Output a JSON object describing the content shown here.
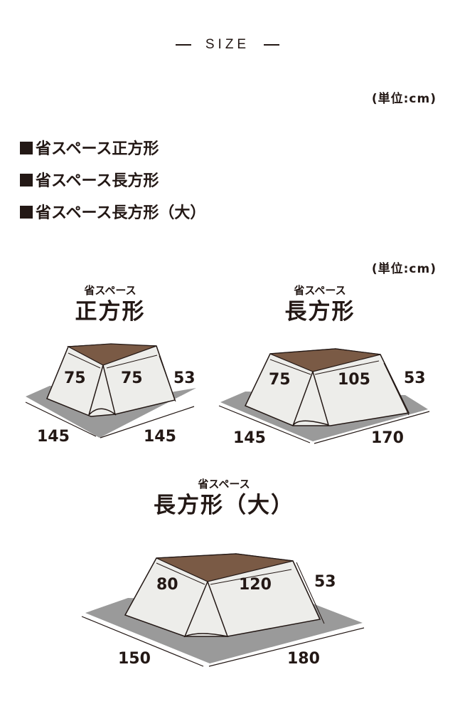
{
  "header": {
    "title": "SIZE"
  },
  "unit_label_top": "(単位:cm)",
  "unit_label_diagrams": "(単位:cm)",
  "types": [
    {
      "label": "省スペース正方形"
    },
    {
      "label": "省スペース長方形"
    },
    {
      "label": "省スペース長方形（大）"
    }
  ],
  "diagrams": [
    {
      "subtitle": "省スペース",
      "title": "正方形",
      "top_depth": "75",
      "top_width": "75",
      "height": "53",
      "mat_depth": "145",
      "mat_width": "145"
    },
    {
      "subtitle": "省スペース",
      "title": "長方形",
      "top_depth": "75",
      "top_width": "105",
      "height": "53",
      "mat_depth": "145",
      "mat_width": "170"
    },
    {
      "subtitle": "省スペース",
      "title": "長方形（大）",
      "top_depth": "80",
      "top_width": "120",
      "height": "53",
      "mat_depth": "150",
      "mat_width": "180"
    }
  ],
  "colors": {
    "tabletop": "#7a5a45",
    "futon": "#ededea",
    "mat": "#9a9a9a",
    "text": "#231815"
  }
}
